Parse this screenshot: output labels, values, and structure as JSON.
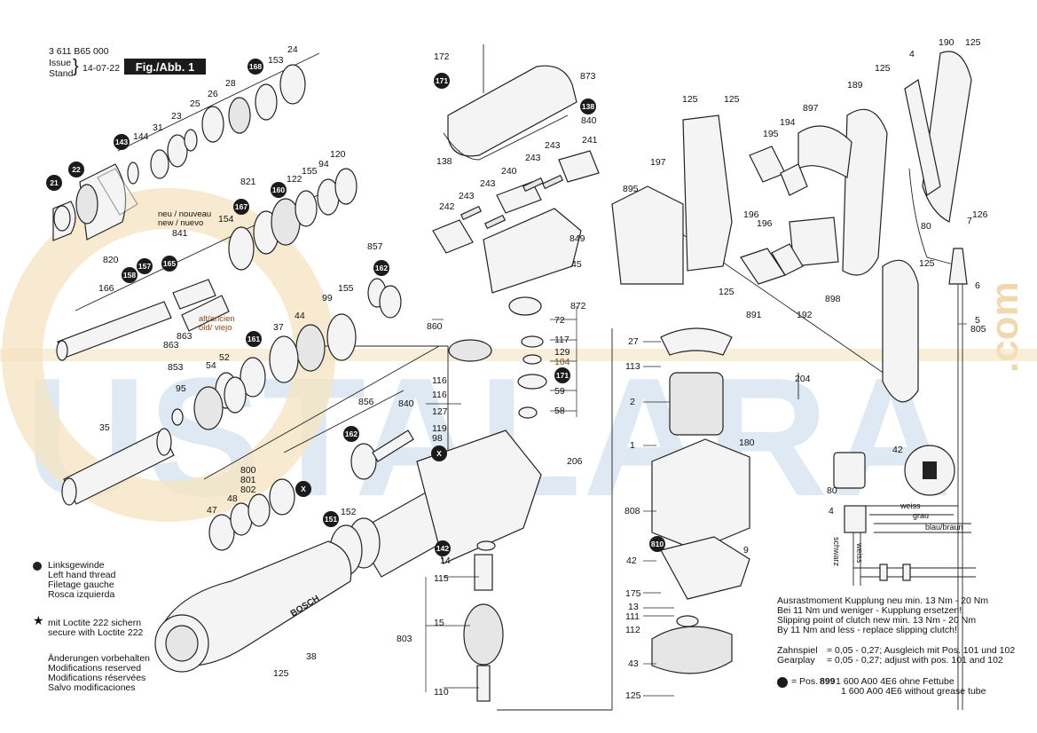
{
  "header": {
    "doc_number": "3 611 B65 000",
    "issue_label_1": "Issue",
    "issue_label_2": "Stand",
    "issue_date": "14-07-22",
    "fig_label": "Fig./Abb. 1"
  },
  "watermark": {
    "text": "USTALARA",
    "domain": ".com"
  },
  "labels": [
    {
      "id": "24",
      "text": "24"
    },
    {
      "id": "153",
      "text": "153"
    },
    {
      "id": "28",
      "text": "28"
    },
    {
      "id": "26",
      "text": "26"
    },
    {
      "id": "25",
      "text": "25"
    },
    {
      "id": "23",
      "text": "23"
    },
    {
      "id": "31",
      "text": "31"
    },
    {
      "id": "144",
      "text": "144"
    },
    {
      "id": "120",
      "text": "120"
    },
    {
      "id": "94",
      "text": "94"
    },
    {
      "id": "155a",
      "text": "155"
    },
    {
      "id": "122",
      "text": "122"
    },
    {
      "id": "821",
      "text": "821"
    },
    {
      "id": "154",
      "text": "154"
    },
    {
      "id": "841",
      "text": "841"
    },
    {
      "id": "820",
      "text": "820"
    },
    {
      "id": "166",
      "text": "166"
    },
    {
      "id": "857",
      "text": "857"
    },
    {
      "id": "99",
      "text": "99"
    },
    {
      "id": "155b",
      "text": "155"
    },
    {
      "id": "863a",
      "text": "863"
    },
    {
      "id": "863b",
      "text": "863"
    },
    {
      "id": "37",
      "text": "37"
    },
    {
      "id": "44",
      "text": "44"
    },
    {
      "id": "853",
      "text": "853"
    },
    {
      "id": "54",
      "text": "54"
    },
    {
      "id": "52",
      "text": "52"
    },
    {
      "id": "95",
      "text": "95"
    },
    {
      "id": "35",
      "text": "35"
    },
    {
      "id": "856",
      "text": "856"
    },
    {
      "id": "800",
      "text": "800"
    },
    {
      "id": "801",
      "text": "801"
    },
    {
      "id": "802",
      "text": "802"
    },
    {
      "id": "48",
      "text": "48"
    },
    {
      "id": "47",
      "text": "47"
    },
    {
      "id": "152",
      "text": "152"
    },
    {
      "id": "38",
      "text": "38"
    },
    {
      "id": "125a",
      "text": "125"
    },
    {
      "id": "860",
      "text": "860"
    },
    {
      "id": "840",
      "text": "840"
    },
    {
      "id": "116a",
      "text": "116"
    },
    {
      "id": "116b",
      "text": "116"
    },
    {
      "id": "127",
      "text": "127"
    },
    {
      "id": "119",
      "text": "119"
    },
    {
      "id": "98",
      "text": "98"
    },
    {
      "id": "206",
      "text": "206"
    },
    {
      "id": "14",
      "text": "14"
    },
    {
      "id": "115a",
      "text": "115"
    },
    {
      "id": "15",
      "text": "15"
    },
    {
      "id": "803",
      "text": "803"
    },
    {
      "id": "110",
      "text": "110"
    },
    {
      "id": "172",
      "text": "172"
    },
    {
      "id": "873",
      "text": "873"
    },
    {
      "id": "840b",
      "text": "840"
    },
    {
      "id": "138",
      "text": "138"
    },
    {
      "id": "243a",
      "text": "243"
    },
    {
      "id": "241",
      "text": "241"
    },
    {
      "id": "243b",
      "text": "243"
    },
    {
      "id": "240",
      "text": "240"
    },
    {
      "id": "243c",
      "text": "243"
    },
    {
      "id": "243d",
      "text": "243"
    },
    {
      "id": "242",
      "text": "242"
    },
    {
      "id": "849",
      "text": "849"
    },
    {
      "id": "45",
      "text": "45"
    },
    {
      "id": "872",
      "text": "872"
    },
    {
      "id": "72",
      "text": "72"
    },
    {
      "id": "117",
      "text": "117"
    },
    {
      "id": "129",
      "text": "129"
    },
    {
      "id": "104",
      "text": "104"
    },
    {
      "id": "59",
      "text": "59"
    },
    {
      "id": "58",
      "text": "58"
    },
    {
      "id": "27",
      "text": "27"
    },
    {
      "id": "113",
      "text": "113"
    },
    {
      "id": "2",
      "text": "2"
    },
    {
      "id": "1",
      "text": "1"
    },
    {
      "id": "180",
      "text": "180"
    },
    {
      "id": "808",
      "text": "808"
    },
    {
      "id": "9",
      "text": "9"
    },
    {
      "id": "42a",
      "text": "42"
    },
    {
      "id": "175",
      "text": "175"
    },
    {
      "id": "13",
      "text": "13"
    },
    {
      "id": "111",
      "text": "111"
    },
    {
      "id": "112",
      "text": "112"
    },
    {
      "id": "43",
      "text": "43"
    },
    {
      "id": "125b",
      "text": "125"
    },
    {
      "id": "125c",
      "text": "125"
    },
    {
      "id": "125d",
      "text": "125"
    },
    {
      "id": "197",
      "text": "197"
    },
    {
      "id": "895",
      "text": "895"
    },
    {
      "id": "195",
      "text": "195"
    },
    {
      "id": "194",
      "text": "194"
    },
    {
      "id": "897",
      "text": "897"
    },
    {
      "id": "196a",
      "text": "196"
    },
    {
      "id": "196b",
      "text": "196"
    },
    {
      "id": "189",
      "text": "189"
    },
    {
      "id": "125e",
      "text": "125"
    },
    {
      "id": "4",
      "text": "4"
    },
    {
      "id": "190",
      "text": "190"
    },
    {
      "id": "125f",
      "text": "125"
    },
    {
      "id": "80",
      "text": "80"
    },
    {
      "id": "7",
      "text": "7"
    },
    {
      "id": "126",
      "text": "126"
    },
    {
      "id": "125g",
      "text": "125"
    },
    {
      "id": "891",
      "text": "891"
    },
    {
      "id": "192",
      "text": "192"
    },
    {
      "id": "898",
      "text": "898"
    },
    {
      "id": "6",
      "text": "6"
    },
    {
      "id": "5",
      "text": "5"
    },
    {
      "id": "805",
      "text": "805"
    },
    {
      "id": "204",
      "text": "204"
    },
    {
      "id": "125h",
      "text": "125"
    }
  ],
  "bubbles": [
    {
      "id": "21",
      "text": "21"
    },
    {
      "id": "22",
      "text": "22"
    },
    {
      "id": "143",
      "text": "143"
    },
    {
      "id": "168",
      "text": "168"
    },
    {
      "id": "167",
      "text": "167"
    },
    {
      "id": "160",
      "text": "160"
    },
    {
      "id": "165",
      "text": "165"
    },
    {
      "id": "158",
      "text": "158"
    },
    {
      "id": "157",
      "text": "157"
    },
    {
      "id": "162a",
      "text": "162"
    },
    {
      "id": "161",
      "text": "161"
    },
    {
      "id": "162b",
      "text": "162"
    },
    {
      "id": "x1",
      "text": "X"
    },
    {
      "id": "x2",
      "text": "X"
    },
    {
      "id": "151",
      "text": "151"
    },
    {
      "id": "142",
      "text": "142"
    },
    {
      "id": "171a",
      "text": "171"
    },
    {
      "id": "138",
      "text": "138"
    },
    {
      "id": "171b",
      "text": "171"
    },
    {
      "id": "810",
      "text": "810"
    }
  ],
  "variant_labels": {
    "new_1": "neu / nouveau",
    "new_2": "new / nuevo",
    "old_1": "alt/ancien",
    "old_2": "old/ viejo"
  },
  "wiring": {
    "weiss": "weiss",
    "grau": "grau",
    "blau_braun": "blau/braun",
    "schwarz": "schwarz",
    "weiss2": "weiss"
  },
  "legend": {
    "left_thread": [
      "Linksgewinde",
      "Left hand thread",
      "Filetage gauche",
      "Rosca izquierda"
    ],
    "loctite": [
      "mit Loctite 222 sichern",
      "secure with Loctite 222"
    ],
    "modifications": [
      "Änderungen vorbehalten",
      "Modifications reserved",
      "Modifications réservées",
      "Salvo modificaciones"
    ]
  },
  "clutch_note": [
    "Ausrastmoment Kupplung neu min. 13 Nm - 20 Nm",
    "Bei 11 Nm und weniger - Kupplung ersetzen!",
    "Slipping point of clutch new min. 13 Nm - 20 Nm",
    "By 11 Nm and less - replace slipping clutch!"
  ],
  "gearplay_note": [
    {
      "k": "Zahnspiel",
      "v": "= 0,05 - 0,27;  Ausgleich mit Pos. 101 und 102"
    },
    {
      "k": "Gearplay",
      "v": "= 0,05 - 0,27;  adjust with pos. 101 and 102"
    }
  ],
  "grease_note": {
    "line1_prefix": "= Pos. ",
    "pos": "899",
    "line1_rest": "  1 600 A00 4E6 ohne Fettube",
    "line2": "1 600 A00 4E6 without grease tube"
  },
  "brand_text": "BOSCH"
}
